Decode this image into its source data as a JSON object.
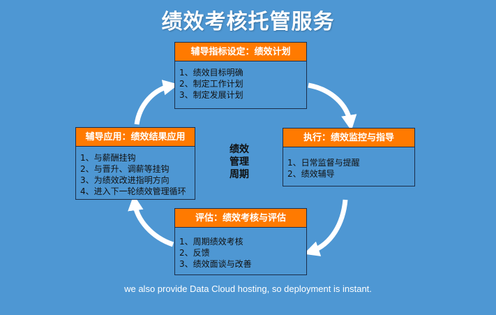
{
  "title": "绩效考核托管服务",
  "center_label": [
    "绩效",
    "管理",
    "周期"
  ],
  "boxes": {
    "top": {
      "header": "辅导指标设定：绩效计划",
      "items": [
        "1、绩效目标明确",
        "2、制定工作计划",
        "3、制定发展计划"
      ]
    },
    "right": {
      "header": "执行：绩效监控与指导",
      "items": [
        "1、日常监督与提醒",
        "2、绩效辅导"
      ]
    },
    "bottom": {
      "header": "评估：绩效考核与评估",
      "items": [
        "1、周期绩效考核",
        "2、反馈",
        "3、绩效面谈与改善"
      ]
    },
    "left": {
      "header": "辅导应用：绩效结果应用",
      "items": [
        "1、与薪酬挂钩",
        "2、与晋升、调薪等挂钩",
        "3、为绩效改进指明方向",
        "4、进入下一轮绩效管理循环"
      ]
    }
  },
  "tagline": "we also provide Data Cloud hosting, so deployment is instant.",
  "colors": {
    "background": "#4e97d3",
    "header_fill": "#ff7a00",
    "border": "#1b2e4a",
    "arrow": "#ffffff"
  }
}
